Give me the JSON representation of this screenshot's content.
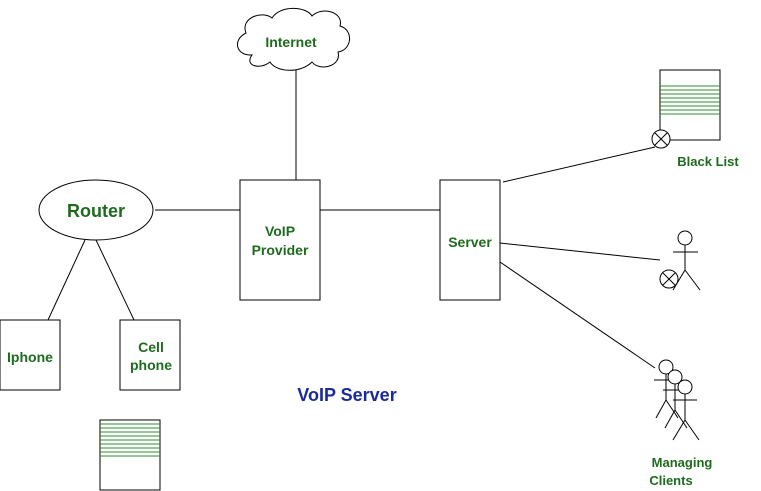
{
  "diagram": {
    "title": "VoIP Server",
    "nodes": {
      "internet": "Internet",
      "router": "Router",
      "voip_provider": [
        "VoIP",
        "Provider"
      ],
      "server": "Server",
      "iphone": "Iphone",
      "cell_phone": [
        "Cell",
        "phone"
      ],
      "black_list": "Black List",
      "managing_clients": [
        "Managing",
        "Clients"
      ]
    },
    "colors": {
      "label": "#1e6b1e",
      "title": "#1a2a9a",
      "line": "#000000"
    }
  }
}
